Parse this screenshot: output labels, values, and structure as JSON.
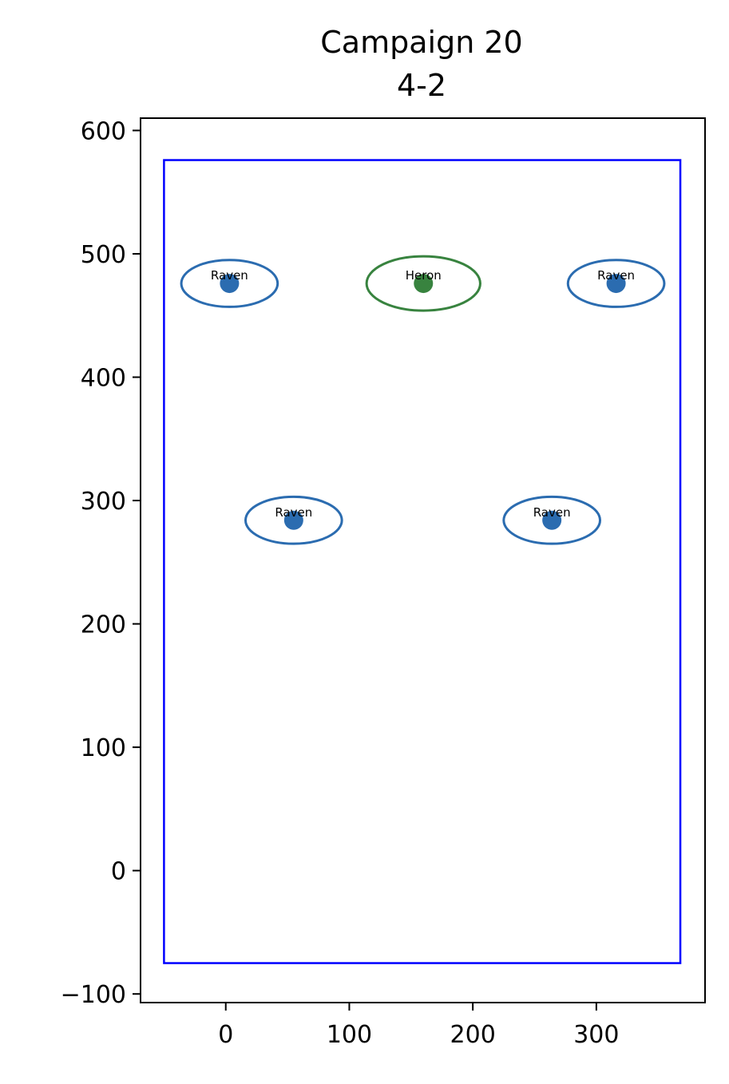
{
  "chart_data": {
    "type": "scatter",
    "title": "Campaign 20",
    "subtitle": "4-2",
    "xlabel": "",
    "ylabel": "",
    "xlim": [
      -69,
      388
    ],
    "ylim": [
      -107,
      610
    ],
    "x_ticks": [
      0,
      100,
      200,
      300
    ],
    "y_ticks": [
      -100,
      0,
      100,
      200,
      300,
      400,
      500,
      600
    ],
    "x_tick_labels": [
      "0",
      "100",
      "200",
      "300"
    ],
    "y_tick_labels": [
      "−100",
      "0",
      "100",
      "200",
      "300",
      "400",
      "500",
      "600"
    ],
    "grid": false,
    "boundary": {
      "x0": -50,
      "y0": -75,
      "x1": 368,
      "y1": 576,
      "color": "#0000ff"
    },
    "points": [
      {
        "label": "Raven",
        "x": 3,
        "y": 476,
        "rx": 39,
        "ry": 19,
        "color": "#2b6cb0"
      },
      {
        "label": "Heron",
        "x": 160,
        "y": 476,
        "rx": 46,
        "ry": 22,
        "color": "#38833f"
      },
      {
        "label": "Raven",
        "x": 316,
        "y": 476,
        "rx": 39,
        "ry": 19,
        "color": "#2b6cb0"
      },
      {
        "label": "Raven",
        "x": 55,
        "y": 284,
        "rx": 39,
        "ry": 19,
        "color": "#2b6cb0"
      },
      {
        "label": "Raven",
        "x": 264,
        "y": 284,
        "rx": 39,
        "ry": 19,
        "color": "#2b6cb0"
      }
    ]
  }
}
